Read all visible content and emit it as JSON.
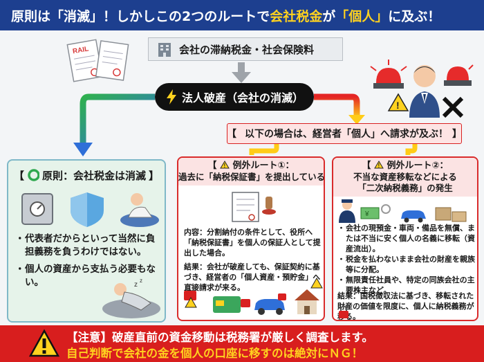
{
  "header": {
    "part1": "原則は「消滅」！しかしこの2つのルートで",
    "highlight1": "会社税金",
    "part2": "が",
    "highlight2": "「個人」",
    "part3": "に及ぶ！"
  },
  "top_box": {
    "label": "会社の滞納税金・社会保険料",
    "paper_text": "RAIL"
  },
  "bankruptcy": {
    "label": "法人破産（会社の消滅）"
  },
  "claim": {
    "label": "以下の場合は、経営者「個人」へ請求が及ぶ！"
  },
  "left_panel": {
    "title": "原則：会社税金は消滅",
    "bullets": [
      "代表者だからといって当然に負担義務を負うわけではない。",
      "個人の資産から支払う必要もない。"
    ]
  },
  "mid_panel": {
    "heading1": "例外ルート①：",
    "heading2": "過去に「納税保証書」を提出している",
    "content_label": "内容：",
    "content_text": "分割納付の条件として、役所へ「納税保証書」を個人の保証人として提出した場合。",
    "result_label": "結果：",
    "result_text": "会社が破産しても、保証契約に基づき、経営者の「個人資産・預貯金」へ直接請求が来る。"
  },
  "right_panel": {
    "heading1": "例外ルート②：",
    "heading2": "不当な資産移転などによる",
    "heading3": "「二次納税義務」の発生",
    "bullets": [
      "会社の現預金・車両・備品を無償、または不当に安く個人の名義に移転（資産流出）。",
      "税金を払わないまま会社の財産を親族等に分配。",
      "無限責任社員や、特定の同族会社の主要株主など。"
    ],
    "result_label": "結果：",
    "result_text": "国税徴収法に基づき、移転された財産の価値を限度に、個人に納税義務が移る。"
  },
  "bottom": {
    "line1": "【注意】破産直前の資金移動は税務署が厳しく調査します。",
    "line2": "自己判断で会社の金を個人の口座に移すのは絶対にＮＧ！"
  },
  "colors": {
    "navy": "#1d3f8f",
    "yellow": "#ffd21f",
    "red": "#d81e1e",
    "green": "#2fa84f"
  }
}
